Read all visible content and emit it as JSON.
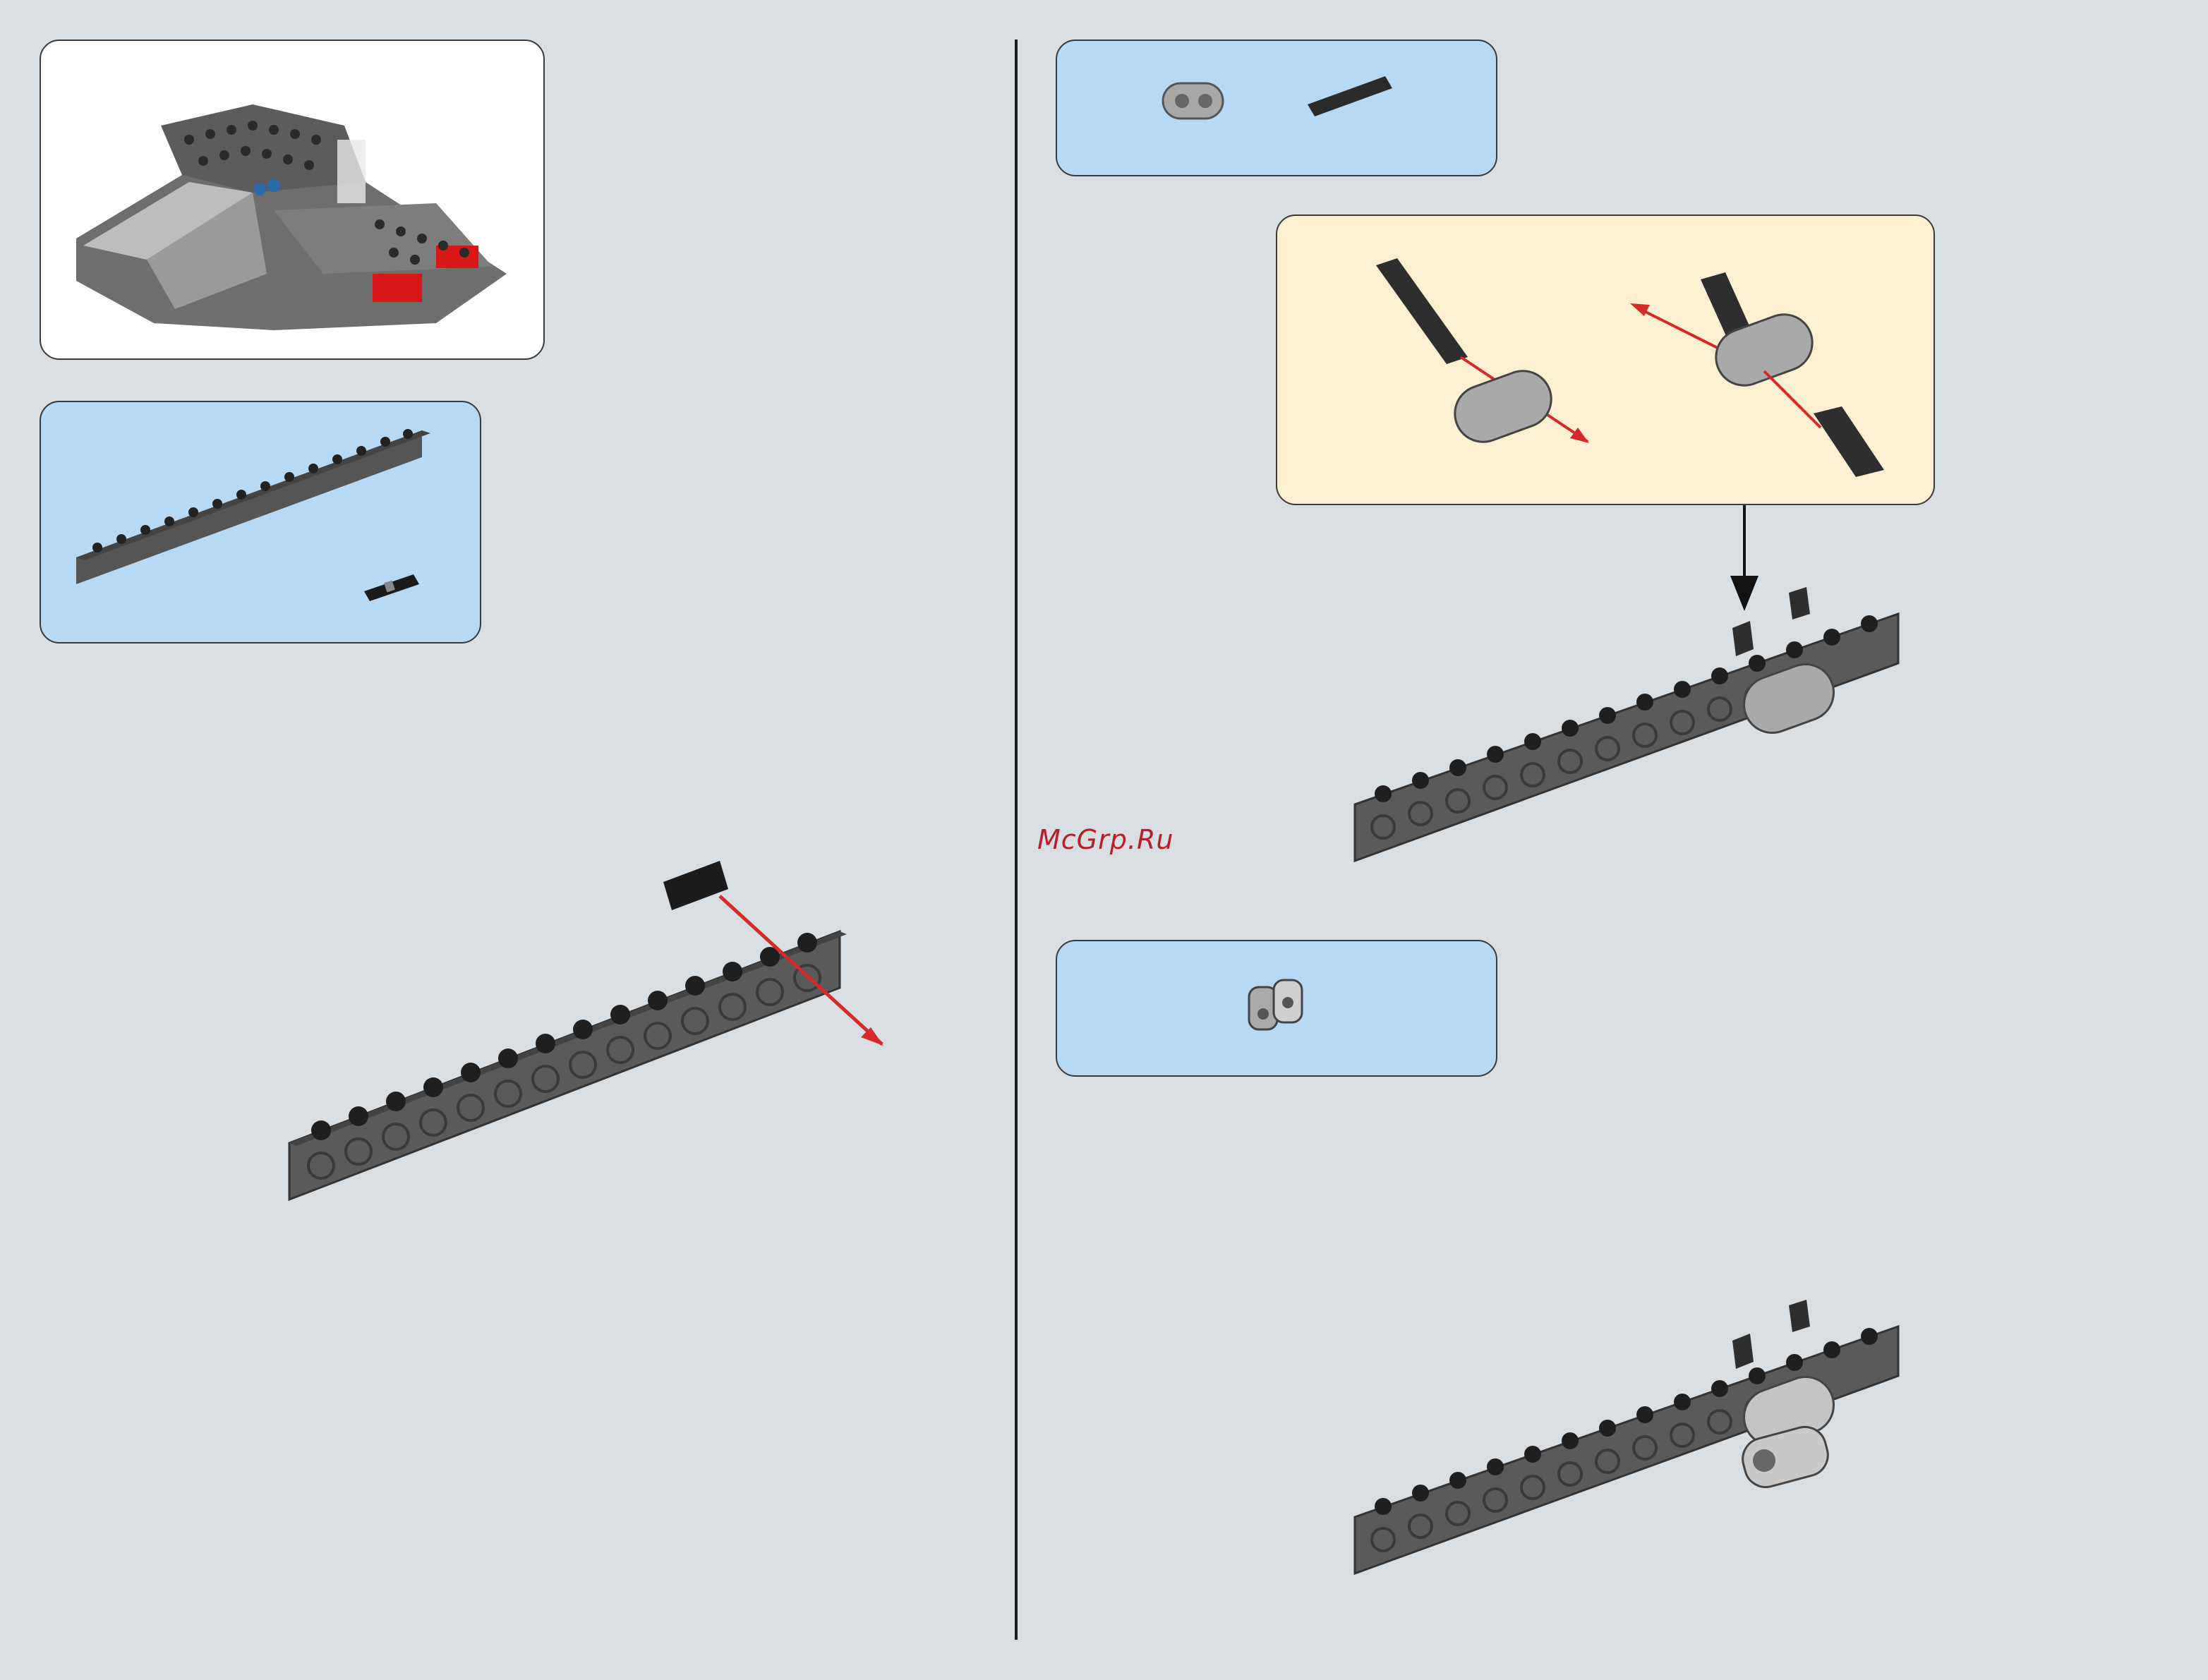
{
  "watermark": "McGrp.Ru",
  "colors": {
    "background": "#d9dee2",
    "parts_panel": "#b7d9f3",
    "callout_panel": "#fdf0d2",
    "arrow": "#d42a2a",
    "brick": "#5a5a5a"
  },
  "icons": {
    "model_preview": "assembled-model-image",
    "parts_left": [
      "technic-brick-1x14",
      "technic-pin-black"
    ],
    "parts_right_top": [
      "technic-beam-2-light-gray",
      "technic-axle-pin-black"
    ],
    "parts_right_bottom": [
      "technic-axle-pin-connector-light-gray"
    ]
  }
}
